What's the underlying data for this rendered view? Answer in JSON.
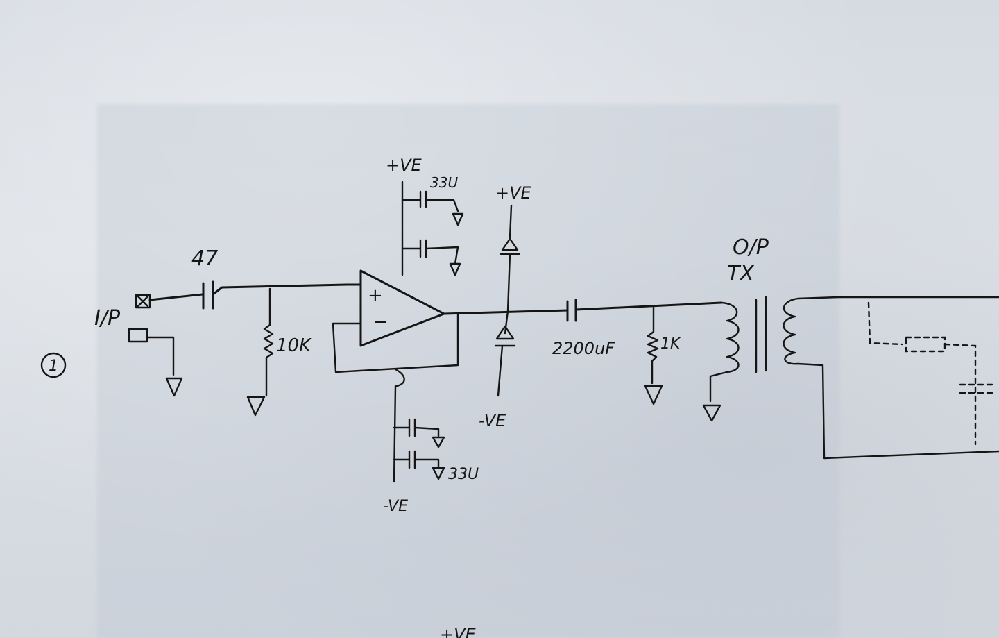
{
  "labels": {
    "circuit_number": "1",
    "input": "I/P",
    "input_cap": "47",
    "input_resistor": "10K",
    "opamp_plus": "+",
    "opamp_minus": "−",
    "top_supply": "+VE",
    "top_cap_value": "33U",
    "bottom_supply": "-VE",
    "bottom_cap_value": "33U",
    "diode_top_supply": "+VE",
    "diode_bottom_supply": "-VE",
    "output_cap": "2200uF",
    "output_resistor": "1K",
    "output_label_line1": "O/P",
    "output_label_line2": "TX",
    "page_bottom_fragment": "+VE"
  },
  "colors": {
    "paper": "#d9dde3",
    "ink": "#151515"
  }
}
